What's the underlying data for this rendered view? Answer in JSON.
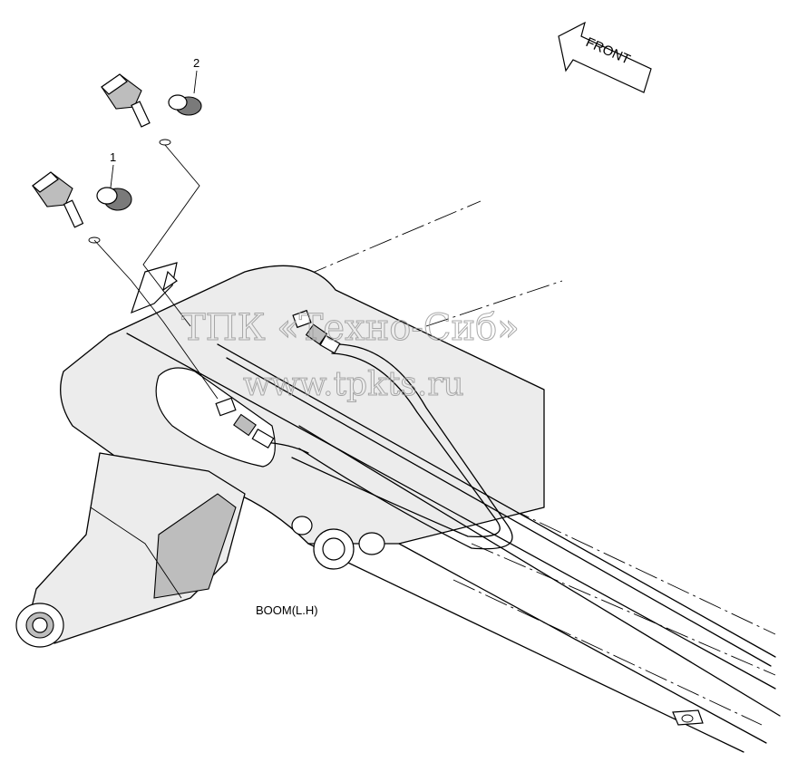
{
  "diagram": {
    "boom_label": "BOOM(L.H)",
    "front_label": "FRONT",
    "callouts": [
      {
        "number": "1",
        "part": "hose-fitting-assembly-1"
      },
      {
        "number": "2",
        "part": "hose-fitting-assembly-2"
      }
    ],
    "watermark": {
      "line1": "ТПК «Техно-Сиб»",
      "line2": "www.tpkts.ru"
    }
  }
}
